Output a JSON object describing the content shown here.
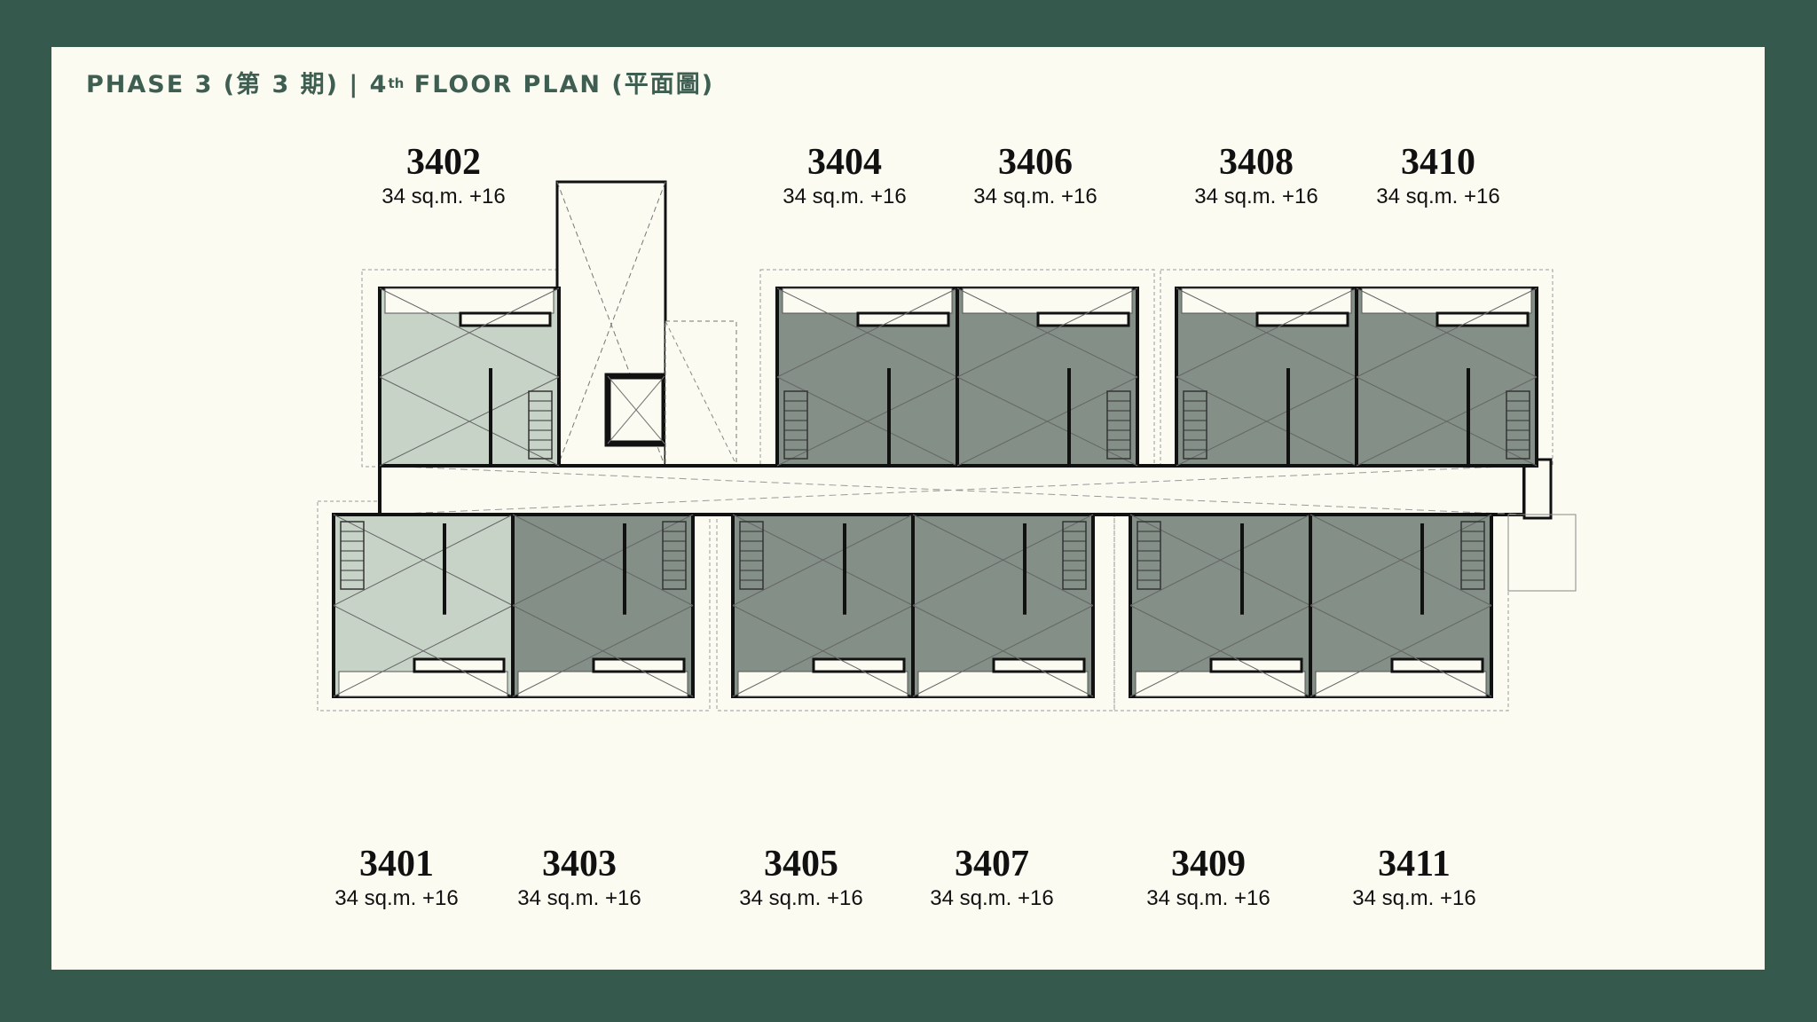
{
  "title": {
    "prefix": "PHASE 3 (第 3 期) | 4",
    "sup": "th",
    "suffix": " FLOOR PLAN (平面圖)"
  },
  "colors": {
    "background": "#36594d",
    "sheet": "#fbfbf2",
    "unit_dark": "#838f87",
    "unit_light": "#c7d3c7",
    "wall": "#111111",
    "title": "#3f5e52"
  },
  "units": [
    {
      "number": "3402",
      "area": "34 sq.m. +16",
      "shade": "light",
      "side": "north"
    },
    {
      "number": "3404",
      "area": "34 sq.m. +16",
      "shade": "dark",
      "side": "north"
    },
    {
      "number": "3406",
      "area": "34 sq.m. +16",
      "shade": "dark",
      "side": "north"
    },
    {
      "number": "3408",
      "area": "34 sq.m. +16",
      "shade": "dark",
      "side": "north"
    },
    {
      "number": "3410",
      "area": "34 sq.m. +16",
      "shade": "dark",
      "side": "north"
    },
    {
      "number": "3401",
      "area": "34 sq.m. +16",
      "shade": "light",
      "side": "south"
    },
    {
      "number": "3403",
      "area": "34 sq.m. +16",
      "shade": "dark",
      "side": "south"
    },
    {
      "number": "3405",
      "area": "34 sq.m. +16",
      "shade": "dark",
      "side": "south"
    },
    {
      "number": "3407",
      "area": "34 sq.m. +16",
      "shade": "dark",
      "side": "south"
    },
    {
      "number": "3409",
      "area": "34 sq.m. +16",
      "shade": "dark",
      "side": "south"
    },
    {
      "number": "3411",
      "area": "34 sq.m. +16",
      "shade": "dark",
      "side": "south"
    }
  ]
}
